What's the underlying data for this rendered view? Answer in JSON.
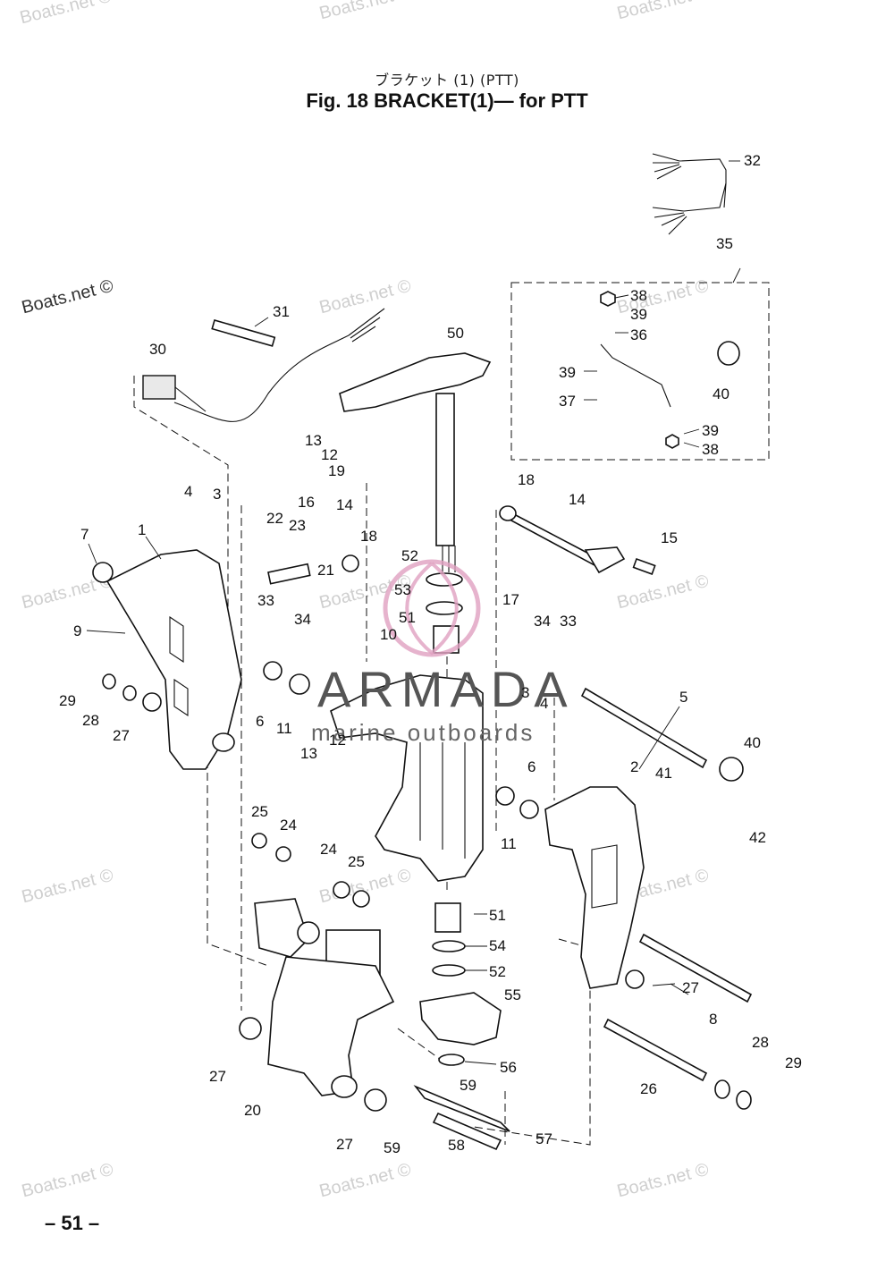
{
  "header": {
    "subtitle_jp": "ブラケット (1) (PTT)",
    "title": "Fig. 18    BRACKET(1)— for PTT"
  },
  "footer": {
    "page_number": "– 51 –"
  },
  "watermark": {
    "text": "Boats.net ©"
  },
  "brand": {
    "main": "ARMADA",
    "sub": "marine outboards",
    "color": "#e0a0c0"
  },
  "callouts": [
    "1",
    "2",
    "3",
    "3",
    "4",
    "4",
    "5",
    "6",
    "6",
    "7",
    "8",
    "9",
    "10",
    "11",
    "11",
    "12",
    "12",
    "13",
    "13",
    "14",
    "14",
    "15",
    "16",
    "17",
    "18",
    "18",
    "19",
    "20",
    "21",
    "22",
    "23",
    "24",
    "24",
    "25",
    "25",
    "26",
    "27",
    "27",
    "27",
    "27",
    "28",
    "28",
    "29",
    "29",
    "30",
    "31",
    "32",
    "33",
    "33",
    "34",
    "34",
    "35",
    "36",
    "37",
    "38",
    "38",
    "39",
    "39",
    "39",
    "40",
    "40",
    "41",
    "42",
    "50",
    "51",
    "51",
    "52",
    "52",
    "53",
    "54",
    "55",
    "56",
    "57",
    "58",
    "59",
    "59"
  ]
}
